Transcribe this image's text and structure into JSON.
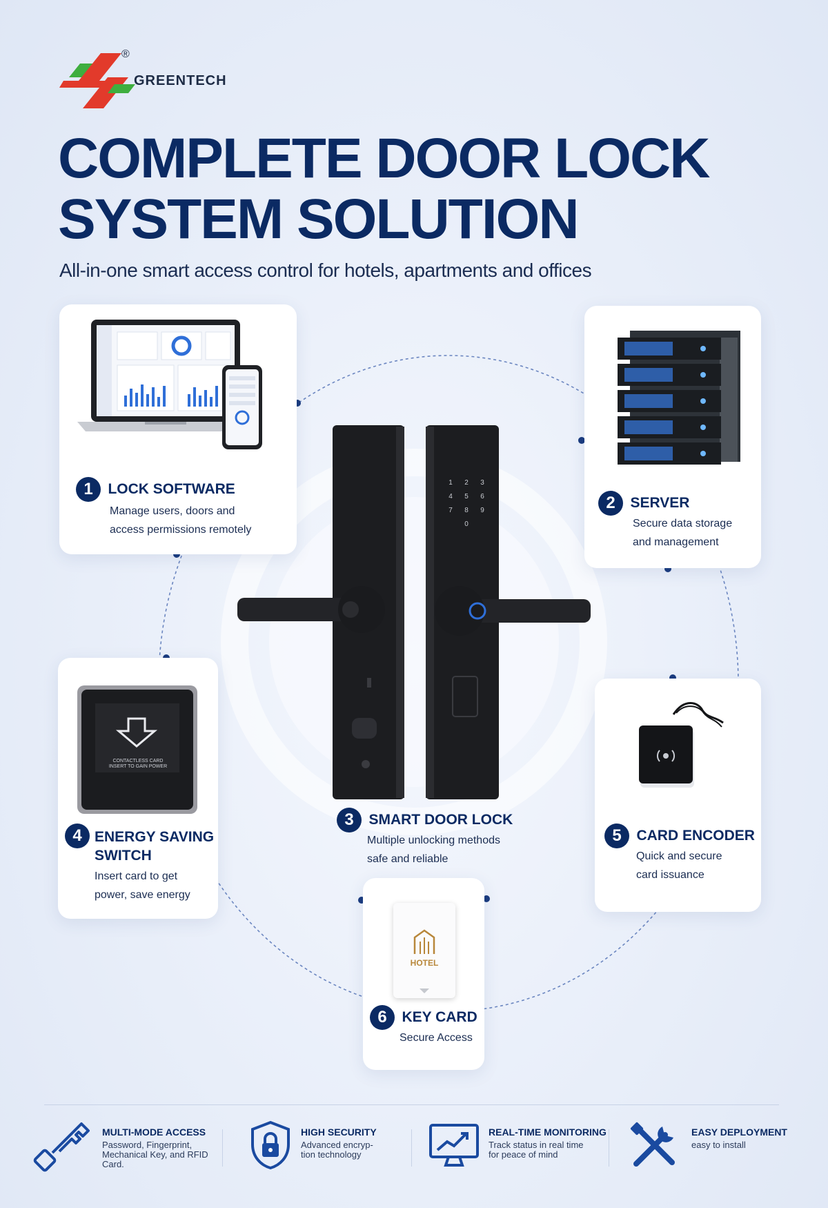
{
  "brand": {
    "name": "GREENTECH",
    "registered": "®"
  },
  "headline": {
    "line1": "COMPLETE DOOR LOCK",
    "line2": "SYSTEM SOLUTION"
  },
  "subtitle": "All-in-one smart access control for hotels, apartments and offices",
  "components": [
    {
      "number": "1",
      "title": "LOCK SOFTWARE",
      "desc1": "Manage users, doors and",
      "desc2": "access permissions remotely"
    },
    {
      "number": "2",
      "title": "SERVER",
      "desc1": "Secure data storage",
      "desc2": "and management"
    },
    {
      "number": "3",
      "title": "SMART DOOR LOCK",
      "desc1": "Multiple unlocking methods",
      "desc2": "safe and reliable"
    },
    {
      "number": "4",
      "title1": "ENERGY SAVING",
      "title2": "SWITCH",
      "desc1": "Insert card to get",
      "desc2": "power, save energy"
    },
    {
      "number": "5",
      "title": "CARD ENCODER",
      "desc1": "Quick and secure",
      "desc2": "card issuance"
    },
    {
      "number": "6",
      "title": "KEY CARD",
      "desc1": "Secure Access"
    }
  ],
  "switch_text": {
    "line1": "CONTACTLESS CARD",
    "line2": "INSERT TO GAIN POWER"
  },
  "keycard_label": "HOTEL",
  "keypad": [
    "1",
    "2",
    "3",
    "4",
    "5",
    "6",
    "7",
    "8",
    "9",
    "0"
  ],
  "features": [
    {
      "title": "MULTI-MODE ACCESS",
      "desc1": "Password, Fingerprint,",
      "desc2": "Mechanical Key, and RFID",
      "desc3": "Card.",
      "icon": "key-icon"
    },
    {
      "title": "HIGH SECURITY",
      "desc1": "Advanced encryp-",
      "desc2": "tion technology",
      "icon": "shield-lock-icon"
    },
    {
      "title": "REAL-TIME MONITORING",
      "desc1": "Track status in real time",
      "desc2": "for peace of mind",
      "icon": "monitor-chart-icon"
    },
    {
      "title": "EASY DEPLOYMENT",
      "desc1": "easy to install",
      "icon": "tools-icon"
    }
  ],
  "colors": {
    "navy": "#0b2a63",
    "logo_green": "#3fae3f",
    "logo_red": "#e23a2b",
    "accent_blue": "#2f6fd8",
    "keycard_gold": "#b8873a"
  }
}
